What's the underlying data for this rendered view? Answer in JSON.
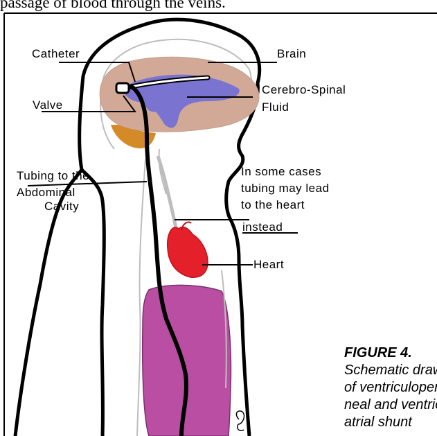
{
  "top_caption": "passage of blood through the veins.",
  "labels": {
    "catheter": "Catheter",
    "brain": "Brain",
    "valve": "Valve",
    "csf": [
      "Cerebro-Spinal",
      "Fluid"
    ],
    "tubing": [
      "Tubing to the",
      "Abdominal",
      "Cavity"
    ],
    "some_cases": [
      "In some cases",
      "tubing may lead",
      "to the heart"
    ],
    "instead": "instead",
    "heart": "Heart"
  },
  "caption": {
    "title": "FIGURE 4.",
    "lines": [
      "Schematic drawing",
      "of ventriculoperito-",
      "neal and ventriculo-",
      "atrial shunt"
    ]
  },
  "colors": {
    "brain": "#d2a996",
    "ventricle": "#7a74d0",
    "cerebellum": "#d58a28",
    "heart": "#e4202a",
    "abdomen": "#b94ea3",
    "outline": "#000000"
  }
}
